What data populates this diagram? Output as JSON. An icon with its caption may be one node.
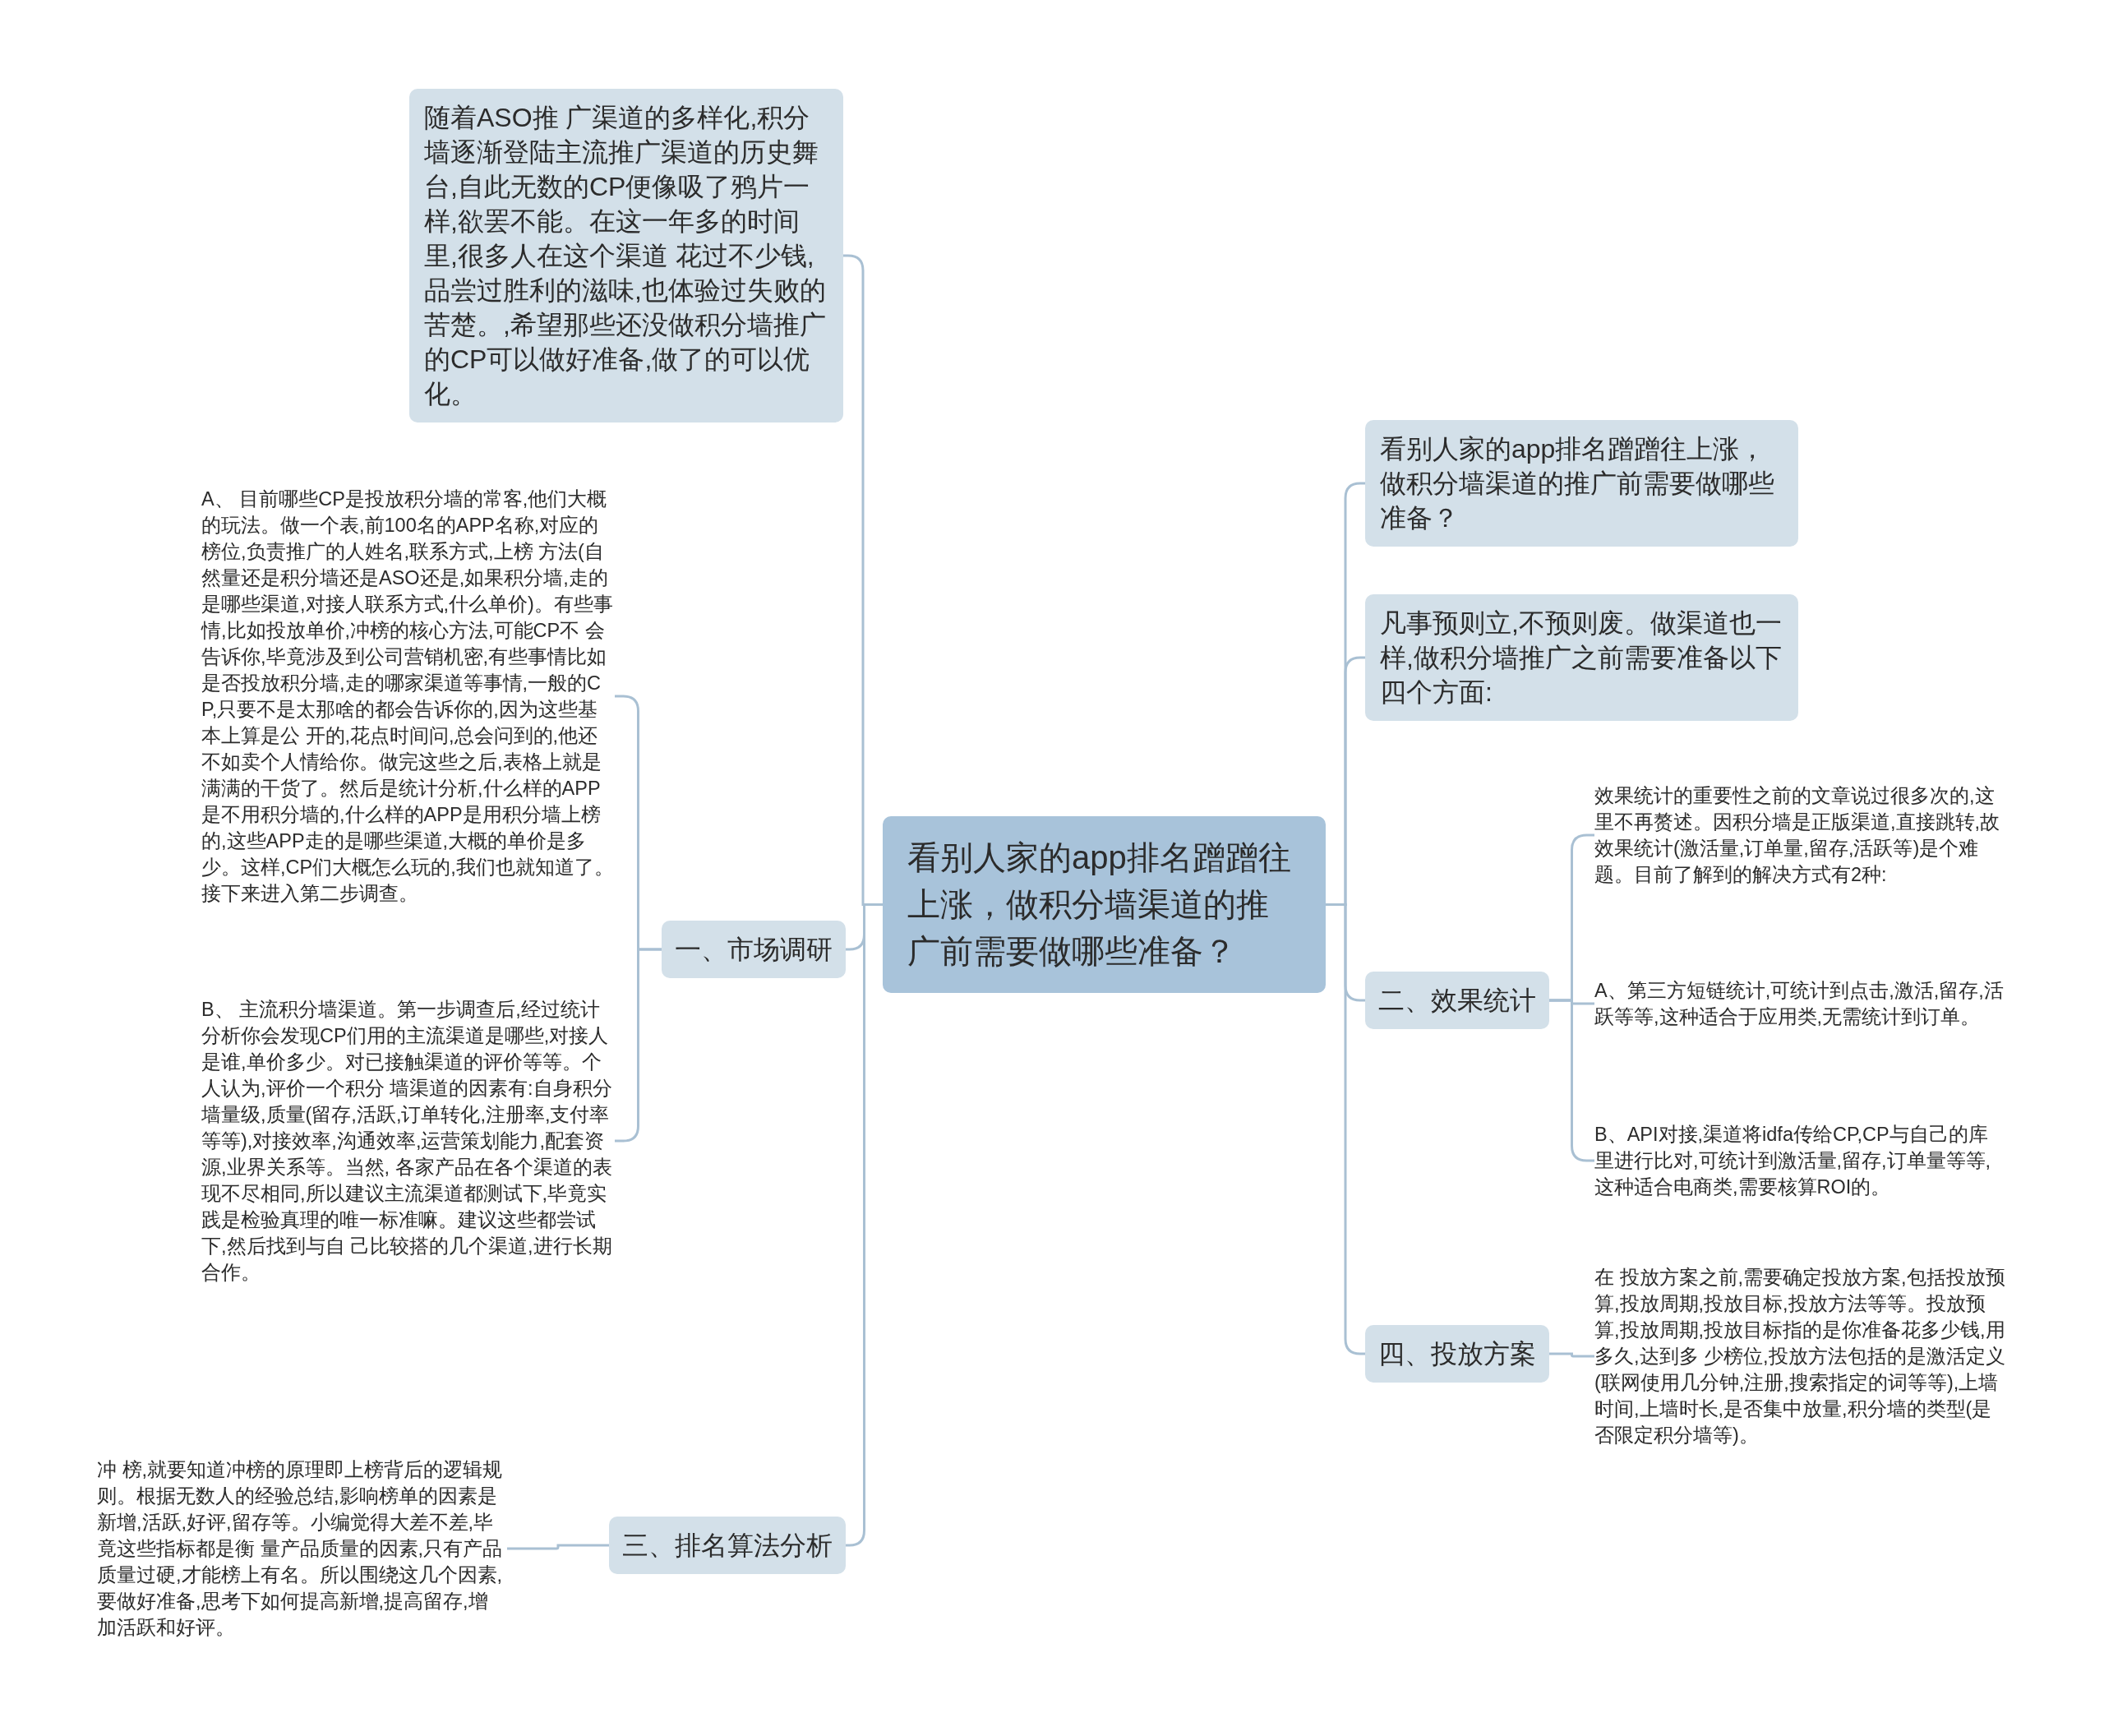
{
  "diagram": {
    "nodes": [
      {
        "text": [
          "看别人家的app排名蹭蹭往上涨，做积分墙渠道的推广前需要做哪些准备？"
        ]
      },
      {
        "text": [
          "随着ASO推 广渠道的多样化,积分墙逐渐登陆主流推广渠道的历史舞台,自此无数的CP便像吸了鸦片一样,欲罢不能。在这一年多的时间里,很多人在这个渠道 花过不少钱,品尝过胜利的滋味,也体验过失败的苦楚。,希望那些还没做积分墙推广的CP可以做好准备,做了的可以优化。"
        ]
      },
      {
        "text": [
          "一、市场调研"
        ]
      },
      {
        "text": [
          "A、 目前哪些CP是投放积分墙的常客,他们大概的玩法。做一个表,前100名的APP名称,对应的榜位,负责推广的人姓名,联系方式,上榜 方法(自然量还是积分墙还是ASO还是,如果积分墙,走的是哪些渠道,对接人联系方式,什么单价)。有些事情,比如投放单价,冲榜的核心方法,可能CP不 会告诉你,毕竟涉及到公司营销机密,有些事情比如是否投放积分墙,走的哪家渠道等事情,一般的CP,只要不是太那啥的都会告诉你的,因为这些基本上算是公 开的,花点时间问,总会问到的,他还不如卖个人情给你。做完这些之后,表格上就是满满的干货了。然后是统计分析,什么样的APP是不用积分墙的,什么样的APP是用积分墙上榜的,这些APP走的是哪些渠道,大概的单价是多少。这样,CP们大概怎么玩的,我们也就知道了。接下来进入第二步调查。"
        ]
      },
      {
        "text": [
          "B、 主流积分墙渠道。第一步调查后,经过统计分析你会发现CP们用的主流渠道是哪些,对接人是谁,单价多少。对已接触渠道的评价等等。个人认为,评价一个积分 墙渠道的因素有:自身积分墙量级,质量(留存,活跃,订单转化,注册率,支付率等等),对接效率,沟通效率,运营策划能力,配套资源,业界关系等。当然, 各家产品在各个渠道的表现不尽相同,所以建议主流渠道都测试下,毕竟实践是检验真理的唯一标准嘛。建议这些都尝试下,然后找到与自 己比较搭的几个渠道,进行长期合作。"
        ]
      },
      {
        "text": [
          "三、排名算法分析"
        ]
      },
      {
        "text": [
          "冲 榜,就要知道冲榜的原理即上榜背后的逻辑规则。根据无数人的经验总结,影响榜单的因素是新增,活跃,好评,留存等。小编觉得大差不差,毕竟这些指标都是衡 量产品质量的因素,只有产品质量过硬,才能榜上有名。所以围绕这几个因素,要做好准备,思考下如何提高新增,提高留存,增加活跃和好评。"
        ]
      },
      {
        "text": [
          "看别人家的app排名蹭蹭往上涨，做积分墙渠道的推广前需要做哪些准备？"
        ]
      },
      {
        "text": [
          "凡事预则立,不预则废。做渠道也一样,做积分墙推广之前需要准备以下四个方面:"
        ]
      },
      {
        "text": [
          "二、效果统计"
        ]
      },
      {
        "text": [
          "效果统计的重要性之前的文章说过很多次的,这里不再赘述。因积分墙是正版渠道,直接跳转,故效果统计(激活量,订单量,留存,活跃等)是个难题。目前了解到的解决方式有2种:"
        ]
      },
      {
        "text": [
          "A、第三方短链统计,可统计到点击,激活,留存,活跃等等,这种适合于应用类,无需统计到订单。"
        ]
      },
      {
        "text": [
          "B、API对接,渠道将idfa传给CP,CP与自己的库里进行比对,可统计到激活量,留存,订单量等等,这种适合电商类,需要核算ROI的。"
        ]
      },
      {
        "text": [
          "四、投放方案"
        ]
      },
      {
        "text": [
          "在 投放方案之前,需要确定投放方案,包括投放预算,投放周期,投放目标,投放方法等等。投放预算,投放周期,投放目标指的是你准备花多少钱,用多久,达到多 少榜位,投放方法包括的是激活定义(联网使用几分钟,注册,搜索指定的词等等),上墙时间,上墙时长,是否集中放量,积分墙的类型(是否限定积分墙等)。"
        ]
      }
    ],
    "edges": [
      {
        "from": 0,
        "to": 1,
        "arrow": "none"
      },
      {
        "from": 0,
        "to": 2,
        "arrow": "none"
      },
      {
        "from": 0,
        "to": 5,
        "arrow": "none"
      },
      {
        "from": 0,
        "to": 7,
        "arrow": "none"
      },
      {
        "from": 0,
        "to": 8,
        "arrow": "none"
      },
      {
        "from": 0,
        "to": 9,
        "arrow": "none"
      },
      {
        "from": 0,
        "to": 13,
        "arrow": "none"
      },
      {
        "from": 2,
        "to": 3,
        "arrow": "none"
      },
      {
        "from": 2,
        "to": 4,
        "arrow": "none"
      },
      {
        "from": 5,
        "to": 6,
        "arrow": "none"
      },
      {
        "from": 9,
        "to": 10,
        "arrow": "none"
      },
      {
        "from": 9,
        "to": 11,
        "arrow": "none"
      },
      {
        "from": 9,
        "to": 12,
        "arrow": "none"
      },
      {
        "from": 13,
        "to": 14,
        "arrow": "none"
      }
    ]
  }
}
